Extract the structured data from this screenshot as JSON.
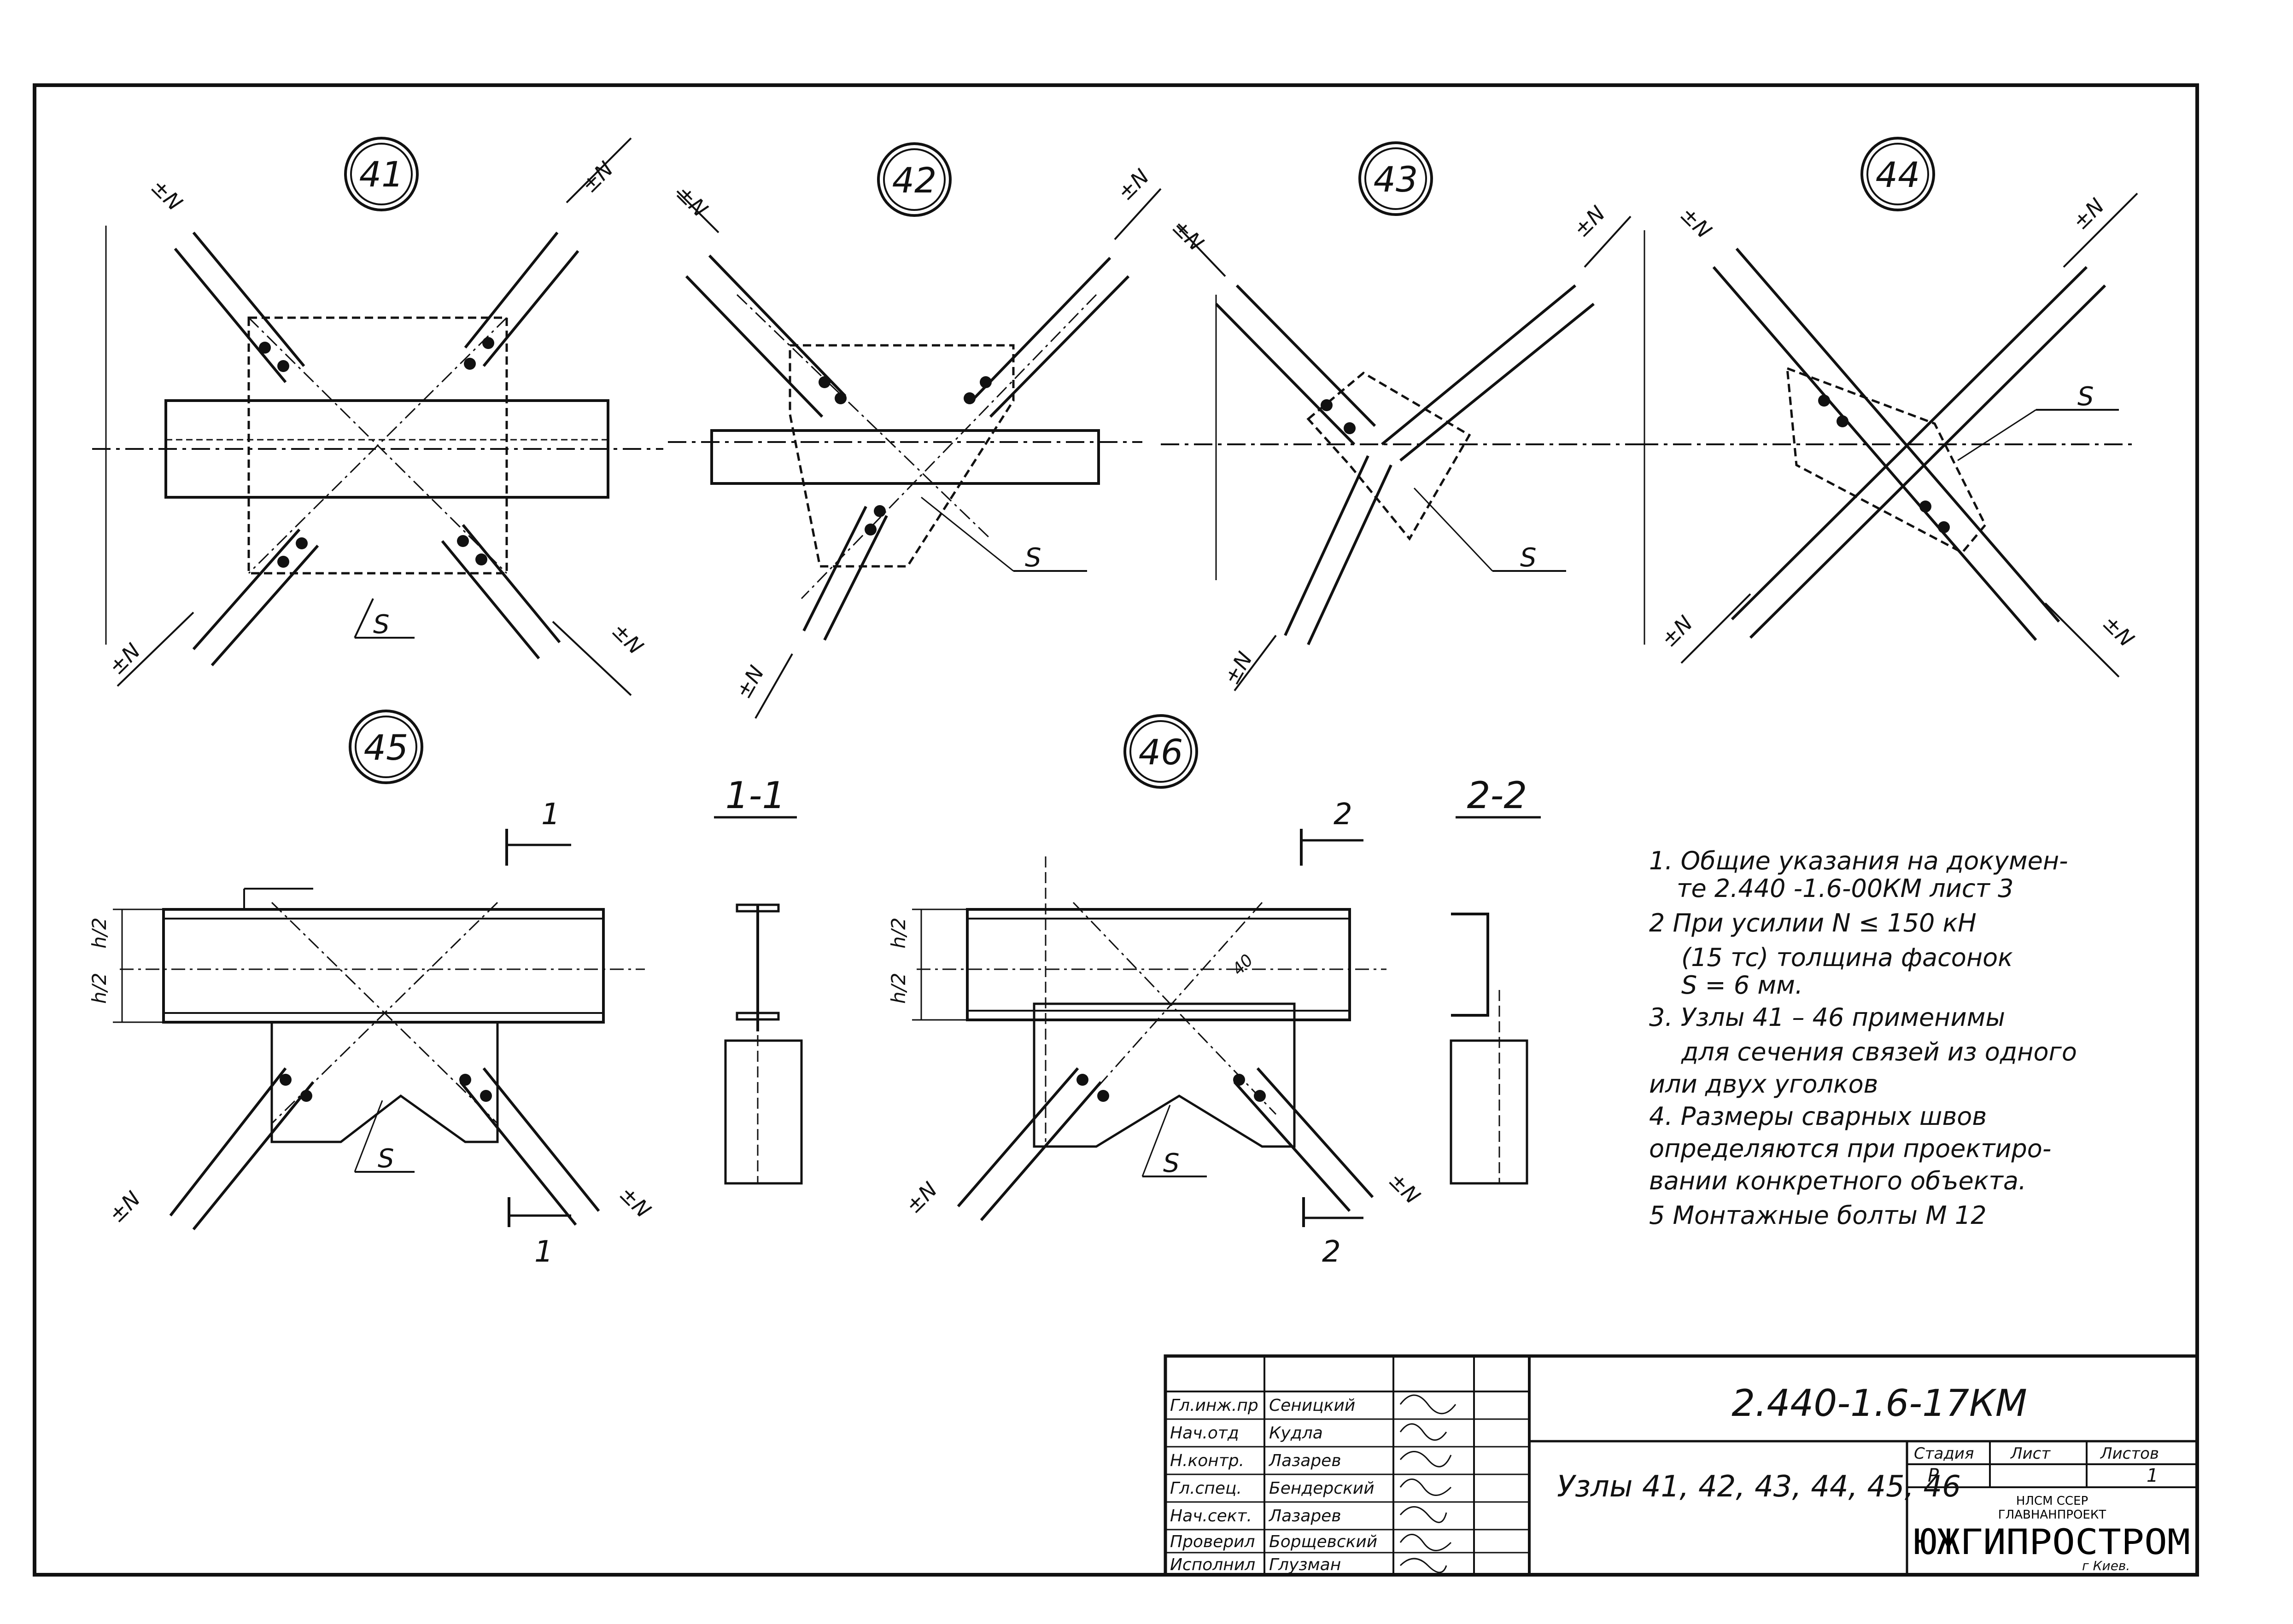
{
  "node_numbers": [
    "41",
    "42",
    "43",
    "44",
    "45",
    "46"
  ],
  "load_label": "±N",
  "gusset_label": "S",
  "sections": {
    "s1_title": "1-1",
    "s2_title": "2-2",
    "s1_mark": "1",
    "s2_mark": "2",
    "half_height": "h/2",
    "dim_40": "40"
  },
  "notes": [
    "1. Общие указания на докумен-",
    "те 2.440 -1.6-00КМ лист 3",
    "2 При усилии N ≤ 150 кН",
    "(15 тс) толщина фасонок",
    "S = 6 мм.",
    "3. Узлы 41 – 46 применимы",
    "для сечения связей из одного",
    "или двух уголков",
    "4. Размеры сварных швов",
    "определяются при проектиро-",
    "вании конкретного объекта.",
    "5 Монтажные болты М 12"
  ],
  "title_block": {
    "document_code": "2.440-1.6-17КМ",
    "title": "Узлы 41, 42, 43, 44, 45, 46",
    "stage_header": "Стадия",
    "sheet_header": "Лист",
    "sheets_header": "Листов",
    "stage_value": "Р",
    "sheets_value": "1",
    "org_line1": "НЛСМ ССЕР",
    "org_line2": "ГЛАВНАНПРОЕКТ",
    "org_name": "ЮЖГИПРОСТРОМ",
    "org_city": "г Киев.",
    "roles": [
      {
        "role": "Гл.инж.пр",
        "name": "Сеницкий"
      },
      {
        "role": "Нач.отд",
        "name": "Кудла"
      },
      {
        "role": "Н.контр.",
        "name": "Лазарев"
      },
      {
        "role": "Гл.спец.",
        "name": "Бендерский"
      },
      {
        "role": "Нач.сект.",
        "name": "Лазарев"
      },
      {
        "role": "Проверил",
        "name": "Борщевский"
      },
      {
        "role": "Исполнил",
        "name": "Глузман"
      }
    ]
  }
}
